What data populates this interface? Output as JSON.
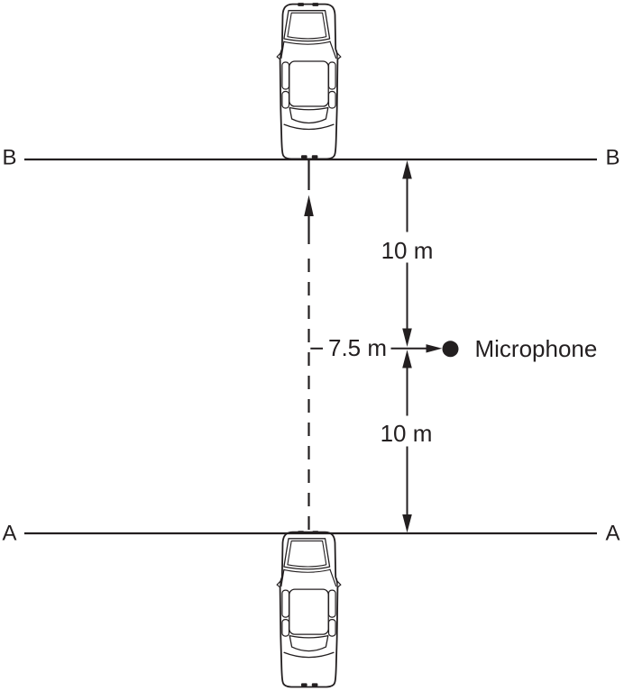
{
  "diagram": {
    "road_lines": {
      "top": {
        "left_label": "B",
        "right_label": "B"
      },
      "bottom": {
        "left_label": "A",
        "right_label": "A"
      }
    },
    "measurements": {
      "top_to_microphone": "10 m",
      "microphone_offset": "7.5 m",
      "microphone_to_bottom": "10 m"
    },
    "microphone": {
      "label": "Microphone"
    },
    "icons": {
      "top_car": "car-top-view-icon",
      "bottom_car": "car-top-view-icon",
      "microphone_marker": "filled-dot-icon",
      "travel_direction": "dashed-arrow-up-icon"
    },
    "colors": {
      "ink": "#231f20",
      "background": "#ffffff"
    }
  }
}
